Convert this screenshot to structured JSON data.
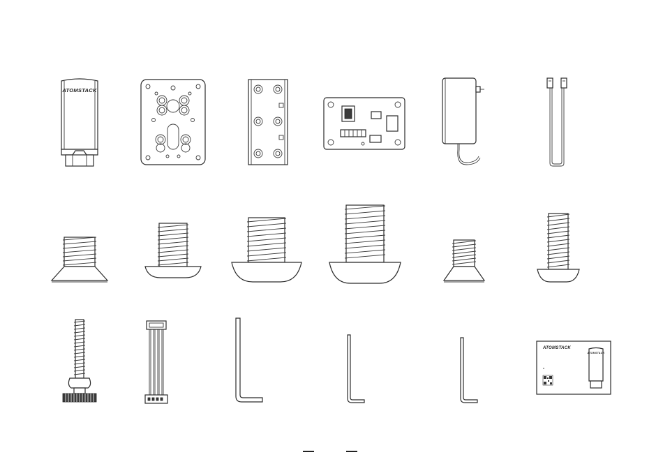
{
  "brand": {
    "logo_text": "ATOMSTACK"
  },
  "rows": {
    "row1": [
      "laser-module",
      "mounting-plate",
      "rail-bracket",
      "control-board",
      "power-adapter",
      "connection-cable"
    ],
    "row2": [
      "countersunk-screw-large",
      "button-head-screw-medium",
      "button-head-screw-large",
      "button-head-screw-xlarge",
      "countersunk-screw-small",
      "button-head-screw-long"
    ],
    "row3": [
      "focus-adjust-screw",
      "wiring-harness",
      "hex-key-large",
      "hex-key-medium",
      "hex-key-small",
      "user-manual"
    ]
  },
  "manual": {
    "cover_brand": "ATOMSTACK"
  }
}
